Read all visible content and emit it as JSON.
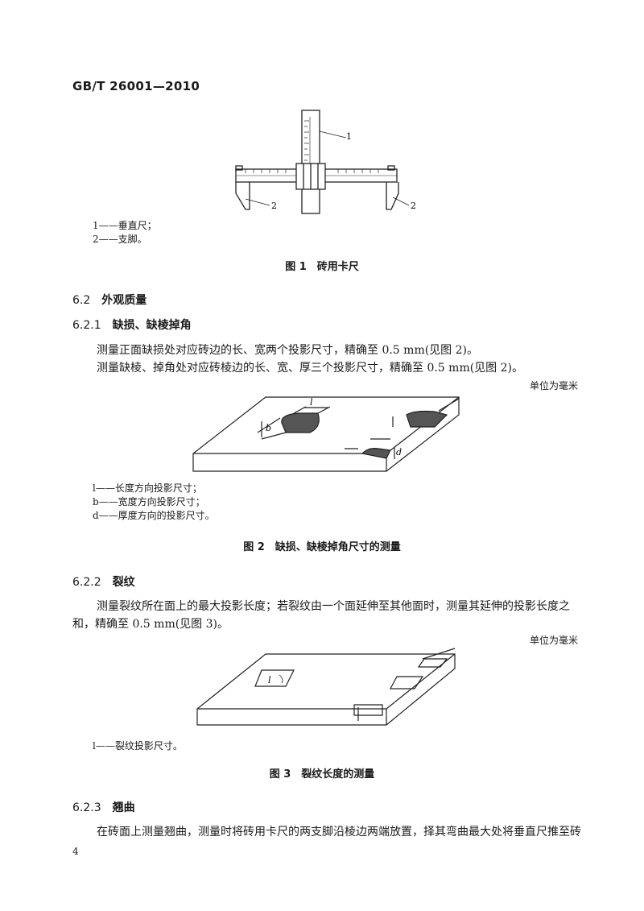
{
  "header": {
    "standard_no": "GB/T 26001—2010"
  },
  "figure1": {
    "callouts": [
      "1",
      "2",
      "2"
    ],
    "legend": [
      "1——垂直尺；",
      "2——支脚。"
    ],
    "caption": "图 1　砖用卡尺"
  },
  "section_6_2": {
    "num": "6.2",
    "title": "外观质量"
  },
  "section_6_2_1": {
    "num": "6.2.1",
    "title": "缺损、缺棱掉角",
    "paragraphs": [
      "测量正面缺损处对应砖边的长、宽两个投影尺寸，精确至 0.5 mm(见图 2)。",
      "测量缺棱、掉角处对应砖棱边的长、宽、厚三个投影尺寸，精确至 0.5 mm(见图 2)。"
    ],
    "unit_note": "单位为毫米"
  },
  "figure2": {
    "labels": {
      "l": "l",
      "b": "b",
      "d": "d"
    },
    "legend": [
      "l——长度方向投影尺寸；",
      "b——宽度方向投影尺寸；",
      "d——厚度方向的投影尺寸。"
    ],
    "caption": "图 2　缺损、缺棱掉角尺寸的测量"
  },
  "section_6_2_2": {
    "num": "6.2.2",
    "title": "裂纹",
    "paragraph": "测量裂纹所在面上的最大投影长度；若裂纹由一个面延伸至其他面时，测量其延伸的投影长度之和，精确至 0.5 mm(见图 3)。",
    "unit_note": "单位为毫米"
  },
  "figure3": {
    "labels": {
      "l": "l"
    },
    "legend": [
      "l——裂纹投影尺寸。"
    ],
    "caption": "图 3　裂纹长度的测量"
  },
  "section_6_2_3": {
    "num": "6.2.3",
    "title": "翘曲",
    "paragraph": "在砖面上测量翘曲，测量时将砖用卡尺的两支脚沿棱边两端放置，择其弯曲最大处将垂直尺推至砖"
  },
  "footer": {
    "page_number": "4"
  }
}
